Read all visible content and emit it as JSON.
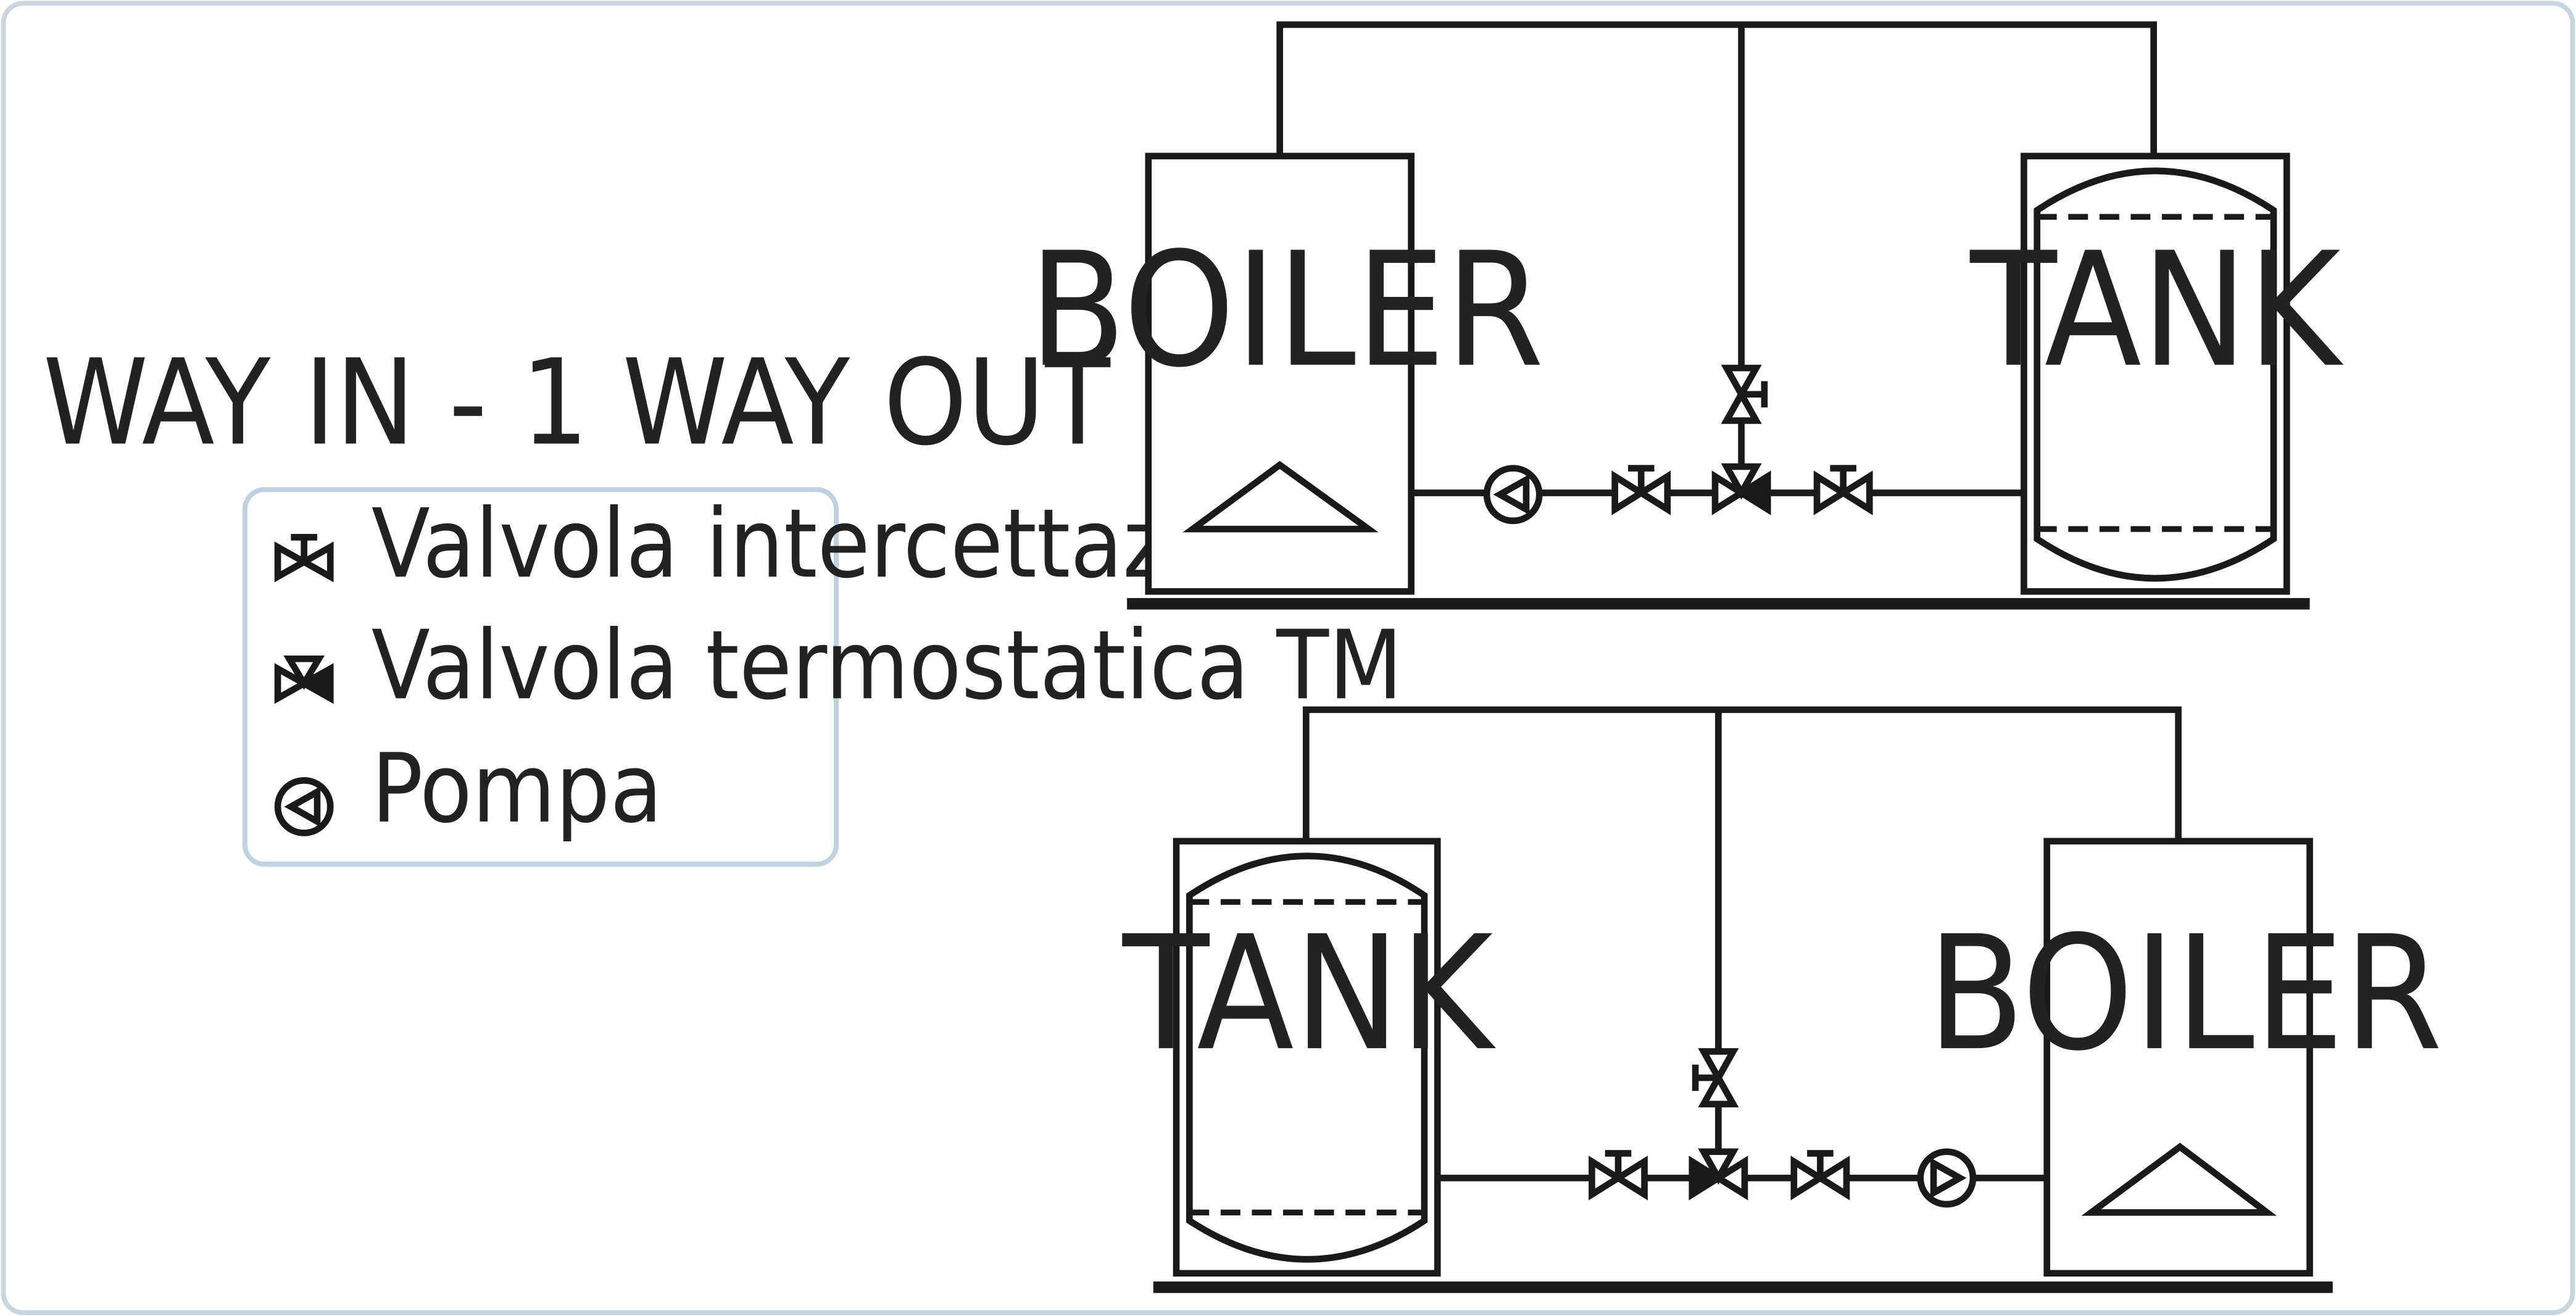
{
  "title": "2 WAY IN - 1 WAY OUT",
  "legend": {
    "items": [
      {
        "icon": "shutoff-valve-icon",
        "label": "Valvola intercettazione"
      },
      {
        "icon": "thermostatic-valve-icon",
        "label": "Valvola termostatica TM"
      },
      {
        "icon": "pump-icon",
        "label": "Pompa"
      }
    ]
  },
  "diagram_top": {
    "left_unit": "BOILER",
    "right_unit": "TANK"
  },
  "diagram_bottom": {
    "left_unit": "TANK",
    "right_unit": "BOILER"
  },
  "colors": {
    "frame": "#c8d6e2",
    "line": "#1a1a1a",
    "legend_border": "#c0d2e0"
  }
}
